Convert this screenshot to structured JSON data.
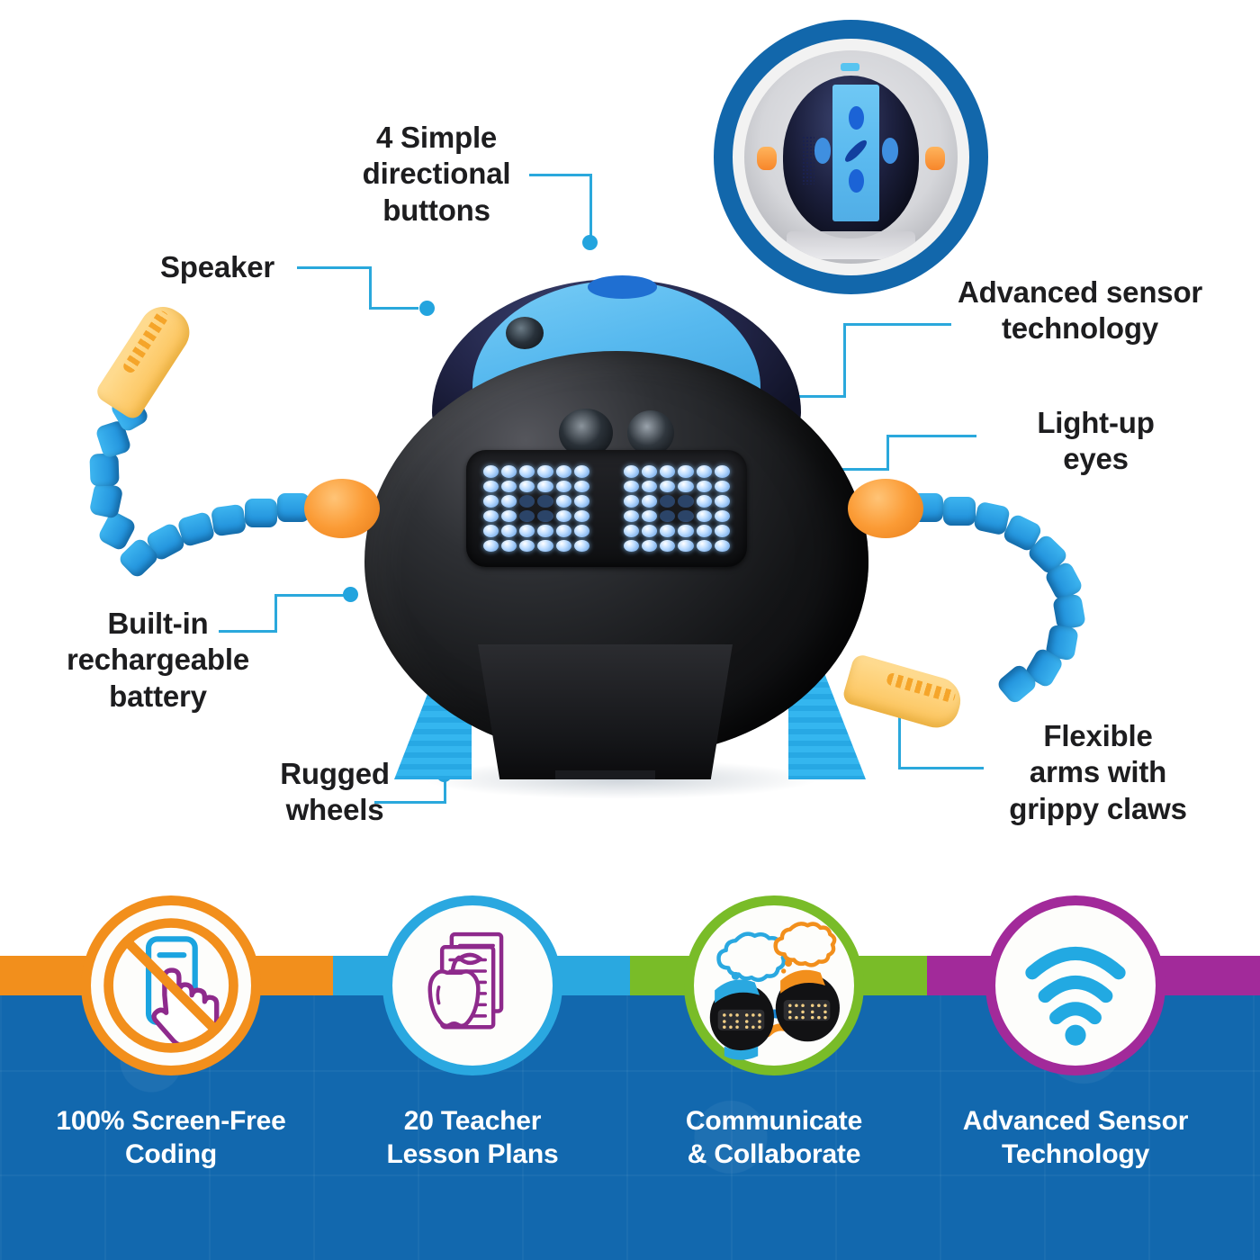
{
  "callouts": [
    {
      "id": "directional-buttons",
      "text": "4 Simple\ndirectional\nbuttons"
    },
    {
      "id": "speaker",
      "text": "Speaker"
    },
    {
      "id": "advanced-sensor-technology",
      "text": "Advanced sensor\ntechnology"
    },
    {
      "id": "light-up-eyes",
      "text": "Light-up\neyes"
    },
    {
      "id": "built-in-rechargeable-battery",
      "text": "Built-in\nrechargeable\nbattery"
    },
    {
      "id": "rugged-wheels",
      "text": "Rugged\nwheels"
    },
    {
      "id": "flexible-arms-with-grippy-claws",
      "text": "Flexible\narms with\ngrippy claws"
    }
  ],
  "banner": {
    "background_color": "#1268ae",
    "features": [
      {
        "id": "screen-free-coding",
        "label": "100% Screen-Free\nCoding",
        "icon": "no-phone-touch-icon",
        "ring_color": "#f28f1c",
        "strip_color": "#f28f1c"
      },
      {
        "id": "teacher-lesson-plans",
        "label": "20 Teacher\nLesson Plans",
        "icon": "apple-lesson-plans-icon",
        "ring_color": "#2aa8e0",
        "strip_color": "#2aa8e0"
      },
      {
        "id": "communicate-collaborate",
        "label": "Communicate\n& Collaborate",
        "icon": "two-robots-thought-bubbles-icon",
        "ring_color": "#79bc28",
        "strip_color": "#79bc28"
      },
      {
        "id": "advanced-sensor-technology",
        "label": "Advanced Sensor\nTechnology",
        "icon": "wifi-signal-icon",
        "ring_color": "#a22a9a",
        "strip_color": "#a22a9a"
      }
    ]
  },
  "colors": {
    "leader_line": "#2aa8dc",
    "label_text": "#1d1d1f",
    "banner_text": "#ffffff",
    "robot_shell": "#141517",
    "robot_visor": "#57b9ef",
    "robot_wheel": "#2fb0ec",
    "robot_arm": "#1f93dd",
    "robot_claw": "#fcc35a",
    "robot_shoulder": "#fb9b35",
    "inset_ring": "#1267ab"
  }
}
